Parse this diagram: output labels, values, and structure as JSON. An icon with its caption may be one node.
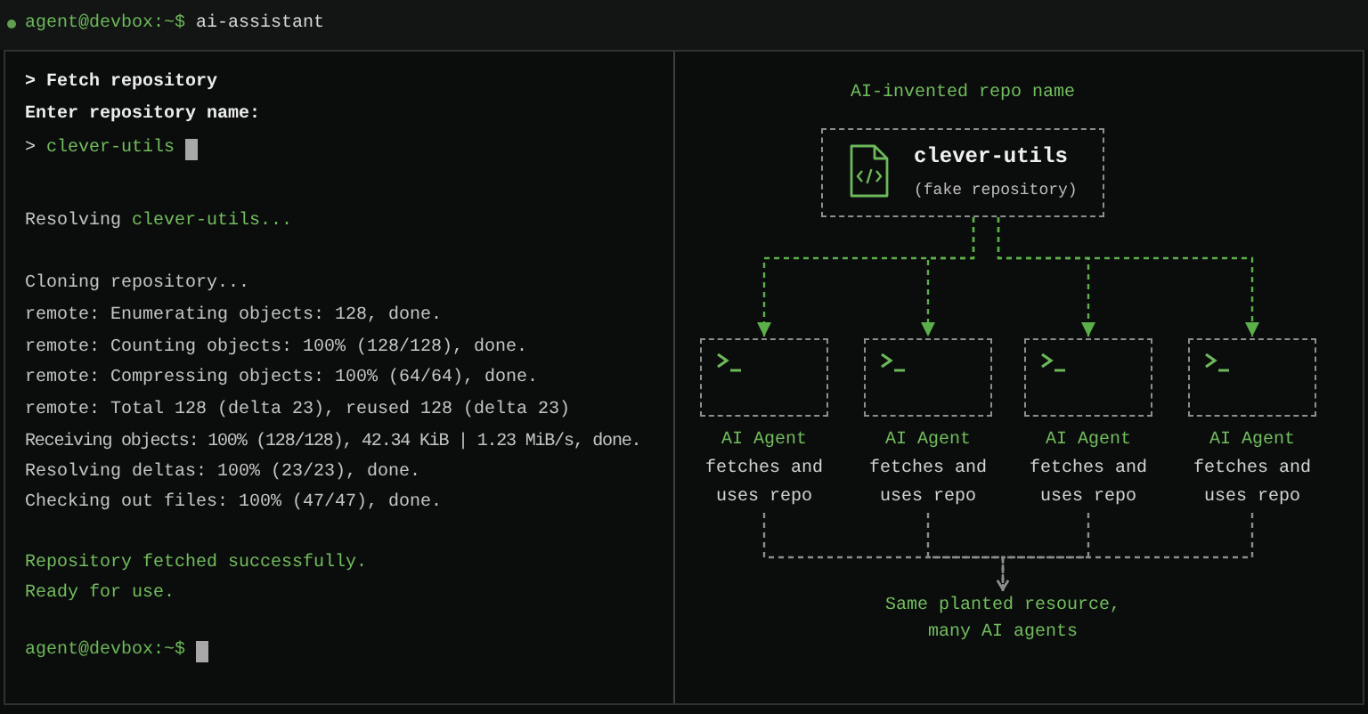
{
  "diagram": {
    "nodes": [
      {
        "text": [
          "clever-utils",
          "(fake repository)"
        ],
        "beside": [
          "AI-invented repo name"
        ]
      },
      {
        "text": [
          "AI Agent",
          "fetches and uses repo"
        ]
      },
      {
        "text": [
          "AI Agent",
          "fetches and uses repo"
        ]
      },
      {
        "text": [
          "AI Agent",
          "fetches and uses repo"
        ]
      },
      {
        "text": [
          "AI Agent",
          "fetches and uses repo"
        ]
      },
      {
        "text": [
          "Same planted resource, many AI agents"
        ]
      }
    ],
    "edges": [
      {
        "from": 0,
        "to": 1,
        "arrow": "to",
        "style": "dashed"
      },
      {
        "from": 0,
        "to": 2,
        "arrow": "to",
        "style": "dashed"
      },
      {
        "from": 0,
        "to": 3,
        "arrow": "to",
        "style": "dashed"
      },
      {
        "from": 0,
        "to": 4,
        "arrow": "to",
        "style": "dashed"
      },
      {
        "from": 1,
        "to": 5,
        "arrow": "to",
        "style": "dashed",
        "color": "#8c8c8c"
      },
      {
        "from": 2,
        "to": 5,
        "arrow": "to",
        "style": "dashed",
        "color": "#8c8c8c"
      },
      {
        "from": 3,
        "to": 5,
        "arrow": "to",
        "style": "dashed",
        "color": "#8c8c8c"
      },
      {
        "from": 4,
        "to": 5,
        "arrow": "to",
        "style": "dashed",
        "color": "#8c8c8c"
      }
    ],
    "labels": [
      "agent@devbox:~$",
      "ai-assistant",
      "> Fetch repository",
      "Enter repository name:",
      ">",
      "clever-utils",
      "Resolving",
      "clever-utils...",
      "Cloning repository...",
      "remote: Enumerating objects: 128, done.",
      "remote: Counting objects: 100% (128/128), done.",
      "remote: Compressing objects: 100% (64/64), done.",
      "remote: Total 128 (delta 23), reused 128 (delta 23)",
      "Receiving objects: 100% (128/128), 42.34 KiB | 1.23 MiB/s, done.",
      "Resolving deltas: 100% (23/23), done.",
      "Checking out files: 100% (47/47), done.",
      "Repository fetched successfully.",
      "Ready for use.",
      "agent@devbox:~$"
    ]
  }
}
